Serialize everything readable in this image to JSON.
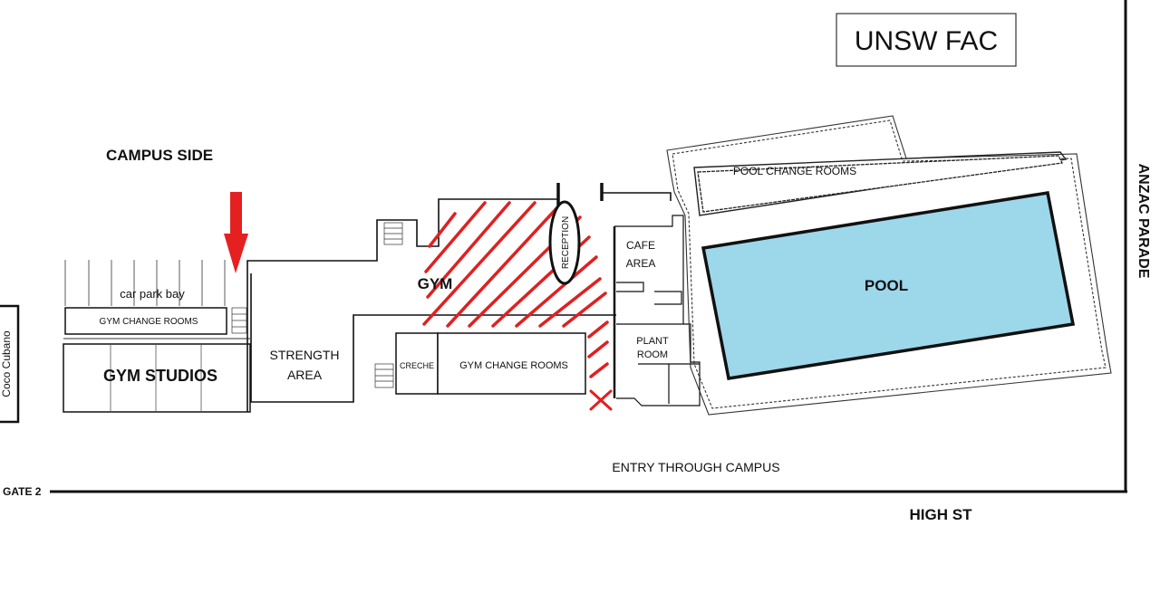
{
  "title": "UNSW FAC",
  "labels": {
    "campus_side": "CAMPUS SIDE",
    "anzac_parade": "ANZAC PARADE",
    "high_st": "HIGH ST",
    "gate_2": "GATE 2",
    "entry_through_campus": "ENTRY THROUGH CAMPUS",
    "coco_cubano": "Coco Cubano"
  },
  "rooms": {
    "car_park_bay": "car park bay",
    "gym_change_rooms_west": "GYM CHANGE ROOMS",
    "gym_studios": "GYM STUDIOS",
    "strength_area_line1": "STRENGTH",
    "strength_area_line2": "AREA",
    "creche": "CRECHE",
    "gym_change_rooms_central": "GYM CHANGE ROOMS",
    "gym": "GYM",
    "reception": "RECEPTION",
    "cafe_line1": "CAFE",
    "cafe_line2": "AREA",
    "plant_line1": "PLANT",
    "plant_line2": "ROOM",
    "pool_change_rooms": "POOL CHANGE ROOMS",
    "pool": "POOL"
  },
  "colors": {
    "pool_fill": "#9dd7ea",
    "hatch_red": "#e02020",
    "arrow_red": "#e52020",
    "line": "#111111"
  },
  "icons": {
    "entrance_arrow": "down-arrow-icon",
    "closed_marker": "x-mark-icon"
  }
}
